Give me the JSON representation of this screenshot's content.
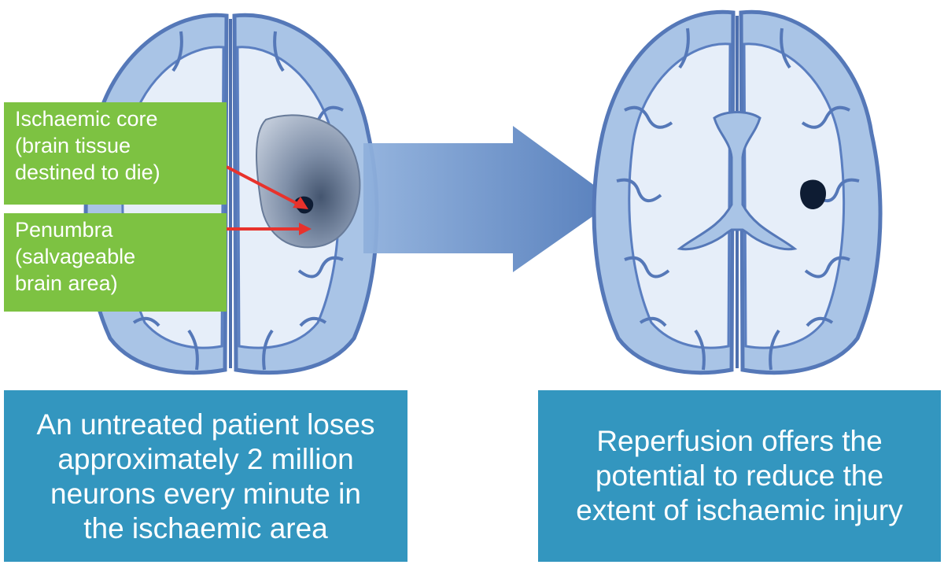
{
  "callouts": {
    "core": {
      "lines": [
        "Ischaemic core",
        "(brain tissue",
        "destined to die)"
      ]
    },
    "penumbra": {
      "lines": [
        "Penumbra",
        "(salvageable",
        "brain area)"
      ]
    }
  },
  "panels": {
    "left": {
      "lines": [
        "An untreated patient loses",
        "approximately 2 million",
        "neurons every minute in",
        "the ischaemic area"
      ]
    },
    "right": {
      "lines": [
        "Reperfusion offers the",
        "potential to reduce the",
        "extent of ischaemic injury"
      ]
    }
  },
  "colors": {
    "callout_green": "#7dc242",
    "panel_blue": "#3396bf",
    "brain_fill": "#a9c4e6",
    "brain_stroke": "#5578b8",
    "lesion_dark": "#0e1c33",
    "arrow_red": "#e8322c",
    "flow_arrow": "#5d86c2"
  },
  "icons": {
    "left_brain": "brain-axial-with-lesion-icon",
    "right_brain": "brain-axial-small-lesion-icon",
    "flow_arrow": "right-arrow-icon"
  }
}
